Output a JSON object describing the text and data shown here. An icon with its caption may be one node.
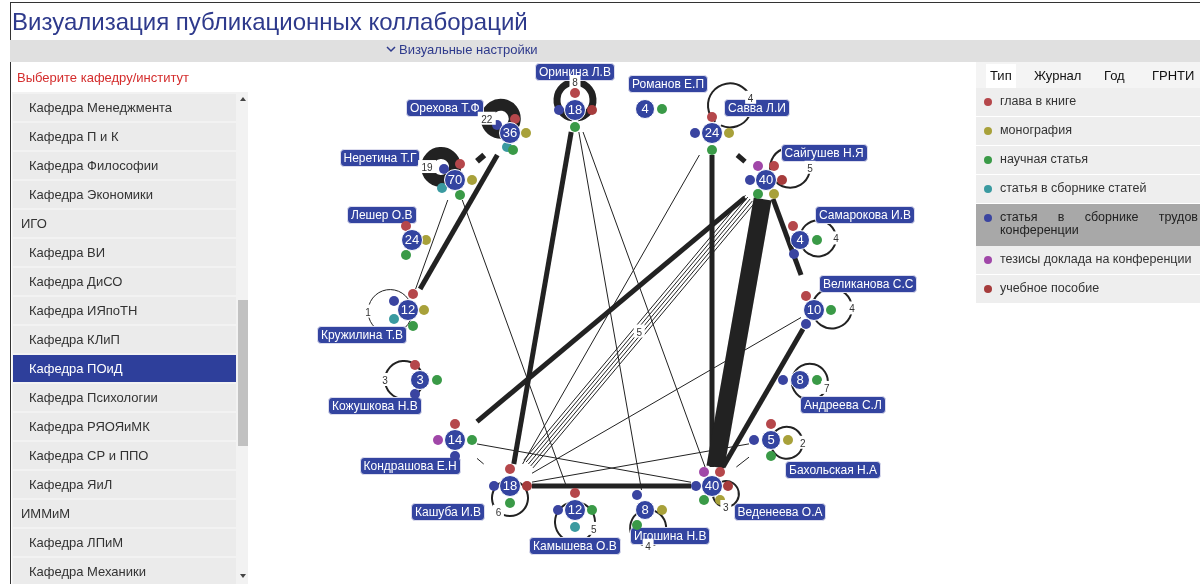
{
  "diagram": {
    "title": "Визуализация публикационных коллабораций",
    "nodes": [
      {
        "text": [
          "Оринина Л.В",
          "18"
        ]
      },
      {
        "text": [
          "Романов Е.П",
          "4"
        ]
      },
      {
        "text": [
          "Савва Л.И",
          "24"
        ]
      },
      {
        "text": [
          "Сайгушев Н.Я",
          "40"
        ]
      },
      {
        "text": [
          "Самарокова И.В",
          "4"
        ]
      },
      {
        "text": [
          "Великанова С.С",
          "10"
        ]
      },
      {
        "text": [
          "8",
          "Андреева С.Л"
        ]
      },
      {
        "text": [
          "5",
          "Бахольская Н.А"
        ]
      },
      {
        "text": [
          "40",
          "Веденеева О.А"
        ]
      },
      {
        "text": [
          "8",
          "Игошина Н.В"
        ]
      },
      {
        "text": [
          "12",
          "Камышева О.В"
        ]
      },
      {
        "text": [
          "18",
          "Кашуба И.В"
        ]
      },
      {
        "text": [
          "14",
          "Кондрашова Е.Н"
        ]
      },
      {
        "text": [
          "3",
          "Кожушкова Н.В"
        ]
      },
      {
        "text": [
          "12",
          "Кружилина Т.В"
        ]
      },
      {
        "text": [
          "Лешер О.В",
          "24"
        ]
      },
      {
        "text": [
          "Неретина Т.Г",
          "70"
        ]
      },
      {
        "text": [
          "Орехова Т.Ф",
          "36"
        ]
      }
    ],
    "edges": [
      {
        "from": 17,
        "to": 16,
        "arrow": "none",
        "style": "thick"
      },
      {
        "from": 17,
        "to": 14,
        "arrow": "none",
        "style": "thick"
      },
      {
        "from": 16,
        "to": 14,
        "arrow": "none"
      },
      {
        "from": 16,
        "to": 10,
        "arrow": "none"
      },
      {
        "from": 0,
        "to": 11,
        "arrow": "none",
        "style": "thick"
      },
      {
        "from": 0,
        "to": 9,
        "arrow": "none"
      },
      {
        "from": 0,
        "to": 8,
        "arrow": "none"
      },
      {
        "from": 2,
        "to": 3,
        "arrow": "none",
        "style": "thick"
      },
      {
        "from": 2,
        "to": 8,
        "arrow": "none",
        "style": "thick"
      },
      {
        "from": 2,
        "to": 11,
        "arrow": "none"
      },
      {
        "from": 3,
        "to": 8,
        "arrow": "none",
        "style": "thick"
      },
      {
        "from": 3,
        "to": 12,
        "arrow": "none",
        "style": "thick"
      },
      {
        "from": 3,
        "to": 11,
        "arrow": "none",
        "label": "5"
      },
      {
        "from": 3,
        "to": 5,
        "arrow": "none",
        "style": "thick"
      },
      {
        "from": 5,
        "to": 11,
        "arrow": "none"
      },
      {
        "from": 5,
        "to": 8,
        "arrow": "none",
        "style": "thick"
      },
      {
        "from": 7,
        "to": 11,
        "arrow": "none"
      },
      {
        "from": 7,
        "to": 8,
        "arrow": "none"
      },
      {
        "from": 11,
        "to": 8,
        "arrow": "none",
        "style": "thick"
      },
      {
        "from": 12,
        "to": 8,
        "arrow": "none"
      },
      {
        "from": 12,
        "to": 11,
        "arrow": "none"
      },
      {
        "from": 0,
        "to": 0,
        "arrow": "none",
        "label": "8",
        "style": "thick"
      },
      {
        "from": 2,
        "to": 2,
        "arrow": "none",
        "label": "4"
      },
      {
        "from": 3,
        "to": 3,
        "arrow": "none",
        "label": "5"
      },
      {
        "from": 4,
        "to": 4,
        "arrow": "none",
        "label": "4"
      },
      {
        "from": 5,
        "to": 5,
        "arrow": "none",
        "label": "4"
      },
      {
        "from": 6,
        "to": 6,
        "arrow": "none",
        "label": "7"
      },
      {
        "from": 7,
        "to": 7,
        "arrow": "none",
        "label": "2"
      },
      {
        "from": 8,
        "to": 8,
        "arrow": "none",
        "label": "3"
      },
      {
        "from": 9,
        "to": 9,
        "arrow": "none",
        "label": "4"
      },
      {
        "from": 10,
        "to": 10,
        "arrow": "none",
        "label": "5"
      },
      {
        "from": 11,
        "to": 11,
        "arrow": "none",
        "label": "6"
      },
      {
        "from": 13,
        "to": 13,
        "arrow": "none",
        "label": "3"
      },
      {
        "from": 14,
        "to": 14,
        "arrow": "none",
        "label": "1"
      },
      {
        "from": 16,
        "to": 16,
        "arrow": "none",
        "label": "19",
        "style": "thick"
      },
      {
        "from": 17,
        "to": 17,
        "arrow": "none",
        "label": "22",
        "style": "thick"
      }
    ],
    "labels": [
      "Визуальные настройки",
      "Выберите кафедру/институт",
      "Кафедра Менеджмента",
      "Кафедра П и К",
      "Кафедра Философии",
      "Кафедра Экономики",
      "ИГО",
      "Кафедра ВИ",
      "Кафедра ДиСО",
      "Кафедра ИЯпоТН",
      "Кафедра КЛиП",
      "Кафедра ПОиД",
      "Кафедра Психологии",
      "Кафедра РЯОЯиМК",
      "Кафедра СР и ППО",
      "Кафедра ЯиЛ",
      "ИММиМ",
      "Кафедра ЛПиМ",
      "Кафедра Механики",
      "Тип",
      "Журнал",
      "Год",
      "ГРНТИ"
    ],
    "legend": [
      {
        "text": "глава в книге",
        "color": "#b5474b"
      },
      {
        "text": "монография",
        "color": "#a8a13a"
      },
      {
        "text": "научная статья",
        "color": "#3a9a47"
      },
      {
        "text": "статья в сборнике статей",
        "color": "#3a9aa0"
      },
      {
        "text": "статья в сборнике трудов конференции",
        "color": "#3a44a0"
      },
      {
        "text": "тезисы доклада на конференции",
        "color": "#a047a8"
      },
      {
        "text": "учебное пособие",
        "color": "#a63c3c"
      }
    ]
  }
}
